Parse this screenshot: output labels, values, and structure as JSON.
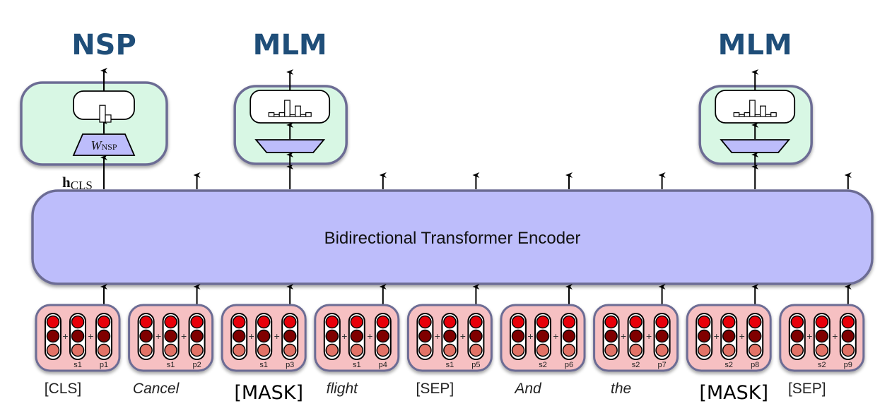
{
  "colors": {
    "title_blue": "#1f4e79",
    "encoder_fill": "#bdbdfb",
    "encoder_stroke": "#6c6c94",
    "head_fill": "#d8f7e4",
    "head_stroke": "#6c6c94",
    "projection_fill": "#bdbdfb",
    "token_fill": "#f6c0c2",
    "token_stroke": "#6c6c94",
    "dot_bright": "#e8000a",
    "dot_dark": "#800000",
    "dot_light": "#e27367"
  },
  "heads": [
    {
      "id": "nsp",
      "title": "NSP",
      "token_index": 0,
      "projection_label": "W",
      "projection_sub": "NSP",
      "histogram": [
        0.7,
        0.3
      ]
    },
    {
      "id": "mlm-1",
      "title": "MLM",
      "token_index": 2,
      "projection_label": "",
      "projection_sub": "",
      "histogram": [
        0.2,
        0.1,
        0.2,
        0.85,
        0.05,
        0.55,
        0.1,
        0.2
      ]
    },
    {
      "id": "mlm-2",
      "title": "MLM",
      "token_index": 7,
      "projection_label": "",
      "projection_sub": "",
      "histogram": [
        0.2,
        0.1,
        0.2,
        0.85,
        0.05,
        0.55,
        0.1,
        0.2
      ]
    }
  ],
  "hidden_state_label": {
    "main": "h",
    "sub": "CLS"
  },
  "encoder": {
    "label": "Bidirectional Transformer Encoder"
  },
  "plus_sign": "+",
  "tokens": [
    {
      "word": "[CLS]",
      "style": "plain",
      "segment": "s1",
      "position": "p1"
    },
    {
      "word": "Cancel",
      "style": "italic",
      "segment": "s1",
      "position": "p2"
    },
    {
      "word": "[MASK]",
      "style": "mask",
      "segment": "s1",
      "position": "p3"
    },
    {
      "word": "flight",
      "style": "italic",
      "segment": "s1",
      "position": "p4"
    },
    {
      "word": "[SEP]",
      "style": "plain",
      "segment": "s1",
      "position": "p5"
    },
    {
      "word": "And",
      "style": "italic",
      "segment": "s2",
      "position": "p6"
    },
    {
      "word": "the",
      "style": "italic",
      "segment": "s2",
      "position": "p7"
    },
    {
      "word": "[MASK]",
      "style": "mask",
      "segment": "s2",
      "position": "p8"
    },
    {
      "word": "[SEP]",
      "style": "plain",
      "segment": "s2",
      "position": "p9"
    }
  ]
}
